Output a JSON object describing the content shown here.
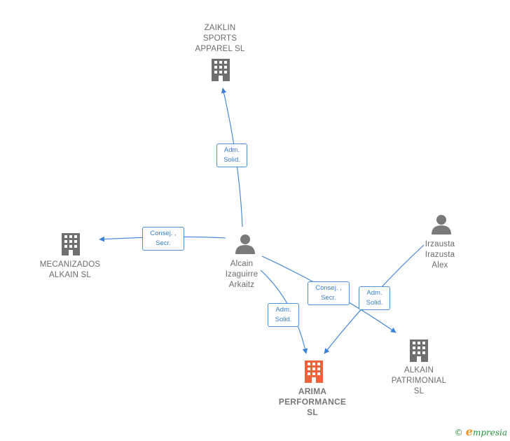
{
  "colors": {
    "edge": "#3a82d6",
    "company": "#6f6f6f",
    "focus": "#f0623a",
    "person": "#7a7a7a"
  },
  "nodes": {
    "zaiklin": {
      "label_lines": [
        "ZAIKLIN",
        "SPORTS",
        "APPAREL  SL"
      ],
      "kind": "company"
    },
    "mecanizados": {
      "label_lines": [
        "MECANIZADOS",
        "ALKAIN  SL"
      ],
      "kind": "company"
    },
    "alcain": {
      "label_lines": [
        "Alcain",
        "Izaguirre",
        "Arkaitz"
      ],
      "kind": "person"
    },
    "irzausta": {
      "label_lines": [
        "Irzausta",
        "Irazusta",
        "Alex"
      ],
      "kind": "person"
    },
    "arima": {
      "label_lines": [
        "ARIMA",
        "PERFORMANCE",
        "SL"
      ],
      "kind": "focus-company"
    },
    "alkain_patrimonial": {
      "label_lines": [
        "ALKAIN",
        "PATRIMONIAL",
        "SL"
      ],
      "kind": "company"
    }
  },
  "edges": {
    "alcain_zaiklin": {
      "label_lines": [
        "Adm.",
        "Solid."
      ]
    },
    "alcain_mecanizados": {
      "label_lines": [
        "Consej. ,",
        "Secr."
      ]
    },
    "alcain_arima": {
      "label_lines": [
        "Adm.",
        "Solid."
      ]
    },
    "alcain_alkain": {
      "label_lines": [
        "Consej. ,",
        "Secr."
      ]
    },
    "irzausta_arima": {
      "label_lines": [
        "Adm.",
        "Solid."
      ]
    }
  },
  "footer": {
    "copyright": "©",
    "brand_initial": "e",
    "brand_rest": "mpresia"
  }
}
